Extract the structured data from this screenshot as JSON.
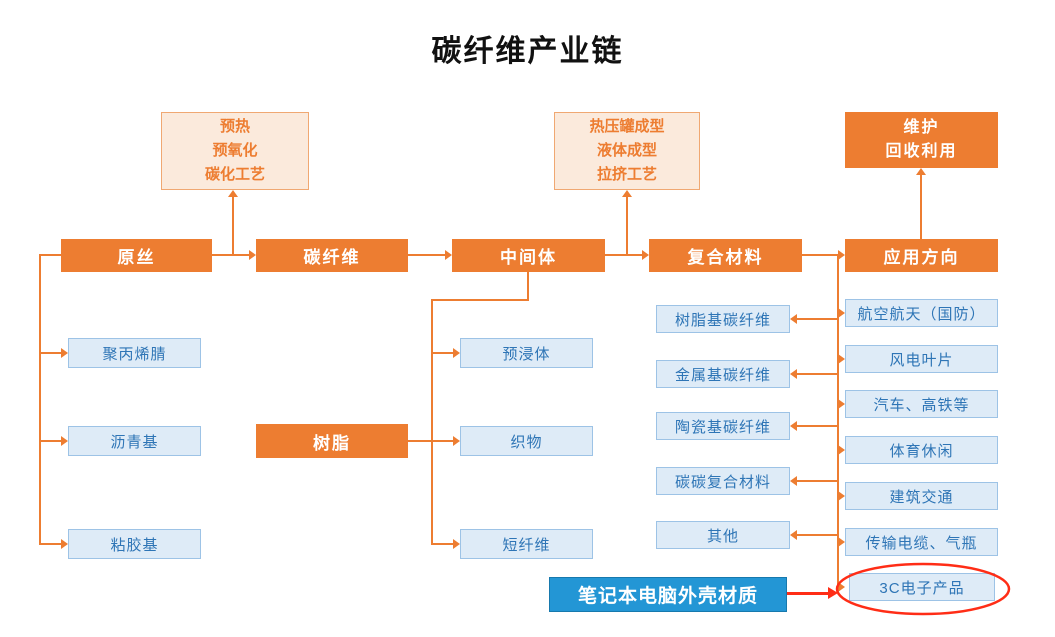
{
  "title": "碳纤维产业链",
  "colors": {
    "chain_orange": "#ED7D31",
    "process_bg": "#FBEADC",
    "process_border": "#F0A872",
    "node_bg": "#DEEBF7",
    "node_border": "#9DC3E6",
    "node_text": "#2E75B6",
    "annotation_bg": "#2396D5",
    "highlight_red": "#FF2D16"
  },
  "main_chain": [
    "原丝",
    "碳纤维",
    "中间体",
    "复合材料",
    "应用方向"
  ],
  "process_carbonization": {
    "lines": [
      "预热",
      "预氧化",
      "碳化工艺"
    ]
  },
  "process_molding": {
    "lines": [
      "热压罐成型",
      "液体成型",
      "拉挤工艺"
    ]
  },
  "process_maintenance": {
    "lines": [
      "维护",
      "回收利用"
    ]
  },
  "precursor_types": [
    "聚丙烯腈",
    "沥青基",
    "粘胶基"
  ],
  "resin": "树脂",
  "intermediate_types": [
    "预浸体",
    "织物",
    "短纤维"
  ],
  "composite_types": [
    "树脂基碳纤维",
    "金属基碳纤维",
    "陶瓷基碳纤维",
    "碳碳复合材料",
    "其他"
  ],
  "application_types": [
    "航空航天（国防）",
    "风电叶片",
    "汽车、高铁等",
    "体育休闲",
    "建筑交通",
    "传输电缆、气瓶",
    "3C电子产品"
  ],
  "annotation": {
    "label": "笔记本电脑外壳材质"
  }
}
